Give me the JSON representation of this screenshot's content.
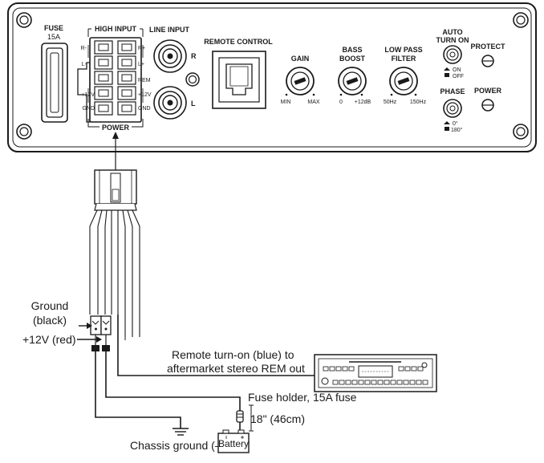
{
  "panel": {
    "fuse": {
      "title": "FUSE",
      "rating": "15A"
    },
    "high_input": {
      "title": "HIGH INPUT",
      "left_labels": [
        "R-",
        "L-",
        "+12V",
        "GND"
      ],
      "right_labels": [
        "R+",
        "L+",
        "REM",
        "+12V",
        "GND"
      ],
      "power_label": "POWER"
    },
    "line_input": {
      "title": "LINE INPUT",
      "right": "R",
      "left": "L"
    },
    "remote_control": {
      "title": "REMOTE CONTROL"
    },
    "gain": {
      "title": "GAIN",
      "min": "MIN",
      "max": "MAX"
    },
    "bass_boost": {
      "title_line1": "BASS",
      "title_line2": "BOOST",
      "min": "0",
      "max": "+12dB"
    },
    "low_pass": {
      "title_line1": "LOW PASS",
      "title_line2": "FILTER",
      "min": "50Hz",
      "max": "150Hz"
    },
    "auto_turn_on": {
      "title_line1": "AUTO",
      "title_line2": "TURN ON",
      "on": "ON",
      "off": "OFF"
    },
    "protect": {
      "title": "PROTECT"
    },
    "phase": {
      "title": "PHASE",
      "deg0": "0°",
      "deg180": "180°"
    },
    "power_led": {
      "title": "POWER"
    }
  },
  "labels": {
    "ground_line1": "Ground",
    "ground_line2": "(black)",
    "plus12": "+12V (red)",
    "remote_line1": "Remote turn-on (blue) to",
    "remote_line2": "aftermarket stereo REM out",
    "fuse_holder": "Fuse holder, 15A fuse",
    "distance": "18\" (46cm)",
    "chassis_ground": "Chassis ground (–)",
    "battery": "Battery"
  }
}
